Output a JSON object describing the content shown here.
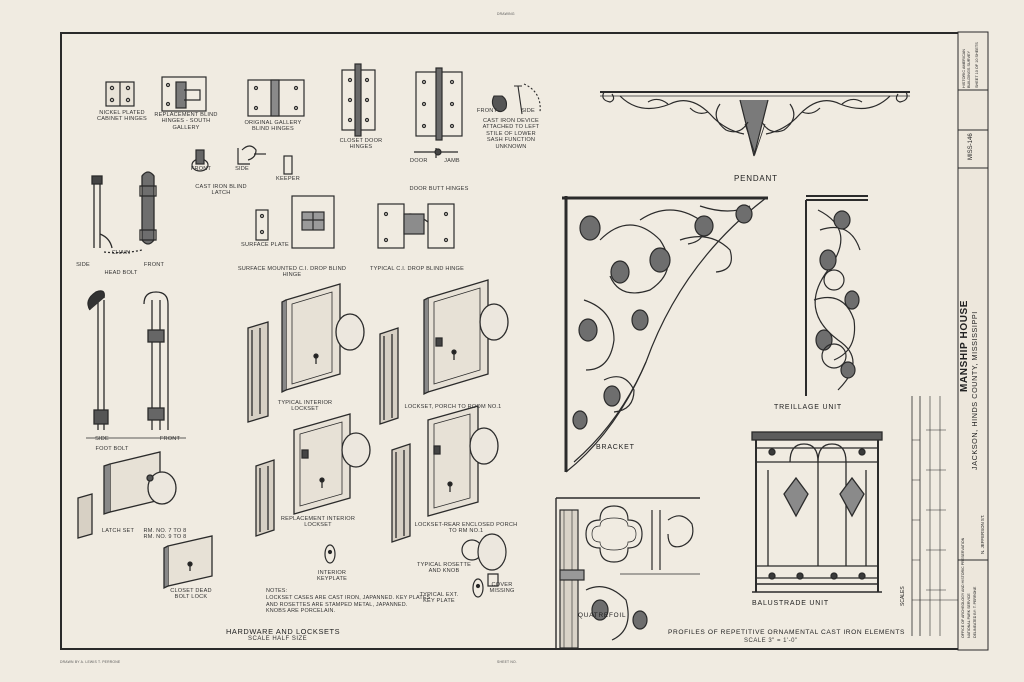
{
  "margin_marks": {
    "top": "DRAWING",
    "bottom_left": "DRAWN BY  A. LEWIS  T. PERRONE",
    "bottom_center": "SHEET NO."
  },
  "labels": {
    "nickel_hinges": "NICKEL PLATED\nCABINET HINGES",
    "replacement_hinges": "REPLACEMENT BLIND\nHINGES - SOUTH\nGALLERY",
    "original_hinges": "ORIGINAL GALLERY\nBLIND HINGES",
    "closet_hinges": "CLOSET DOOR\nHINGES",
    "door_butt_hinges": "DOOR BUTT HINGES",
    "door": "DOOR",
    "jamb": "JAMB",
    "cast_iron_device": "CAST IRON DEVICE\nATTACHED TO LEFT\nSTILE OF LOWER\nSASH FUNCTION\nUNKNOWN",
    "front": "FRONT",
    "side": "SIDE",
    "cast_iron_blind_latch": "CAST IRON BLIND LATCH",
    "keeper": "KEEPER",
    "head_bolt": "HEAD BOLT",
    "chain": "CHAIN",
    "surface_plate": "SURFACE PLATE",
    "surface_mounted_drop": "SURFACE MOUNTED C.I. DROP BLIND HINGE",
    "typical_drop": "TYPICAL C.I. DROP BLIND HINGE",
    "typical_interior_lockset": "TYPICAL INTERIOR\nLOCKSET",
    "lockset_porch": "LOCKSET, PORCH TO ROOM NO.1",
    "foot_bolt": "FOOT BOLT",
    "replacement_interior_lockset": "REPLACEMENT INTERIOR\nLOCKSET",
    "lockset_rear": "LOCKSET-REAR ENCLOSED PORCH TO RM NO.1",
    "latch_set": "LATCH SET",
    "rm_numbers": "RM. NO. 7 TO 8\nRM. NO. 9 TO 8",
    "interior_keyplate": "INTERIOR KEYPLATE",
    "typical_rosette": "TYPICAL ROSETTE\nAND KNOB",
    "typical_ext_key_plate": "TYPICAL EXT.\nKEY PLATE",
    "cover_missing": "COVER\nMISSING",
    "closet_dead_bolt": "CLOSET DEAD\nBOLT LOCK",
    "pendant": "PENDANT",
    "bracket": "BRACKET",
    "treillage_unit": "TREILLAGE UNIT",
    "balustrade_unit": "BALUSTRADE UNIT",
    "quatrefoil": "QUATREFOIL"
  },
  "notes": [
    "NOTES:",
    "LOCKSET CASES ARE CAST IRON, JAPANNED. KEY PLATES",
    "AND ROSETTES ARE STAMPED METAL, JAPANNED.",
    "KNOBS ARE PORCELAIN."
  ],
  "captions": {
    "hardware_title": "HARDWARE  AND LOCKSETS",
    "hardware_scale": "SCALE HALF SIZE",
    "profiles_title": "PROFILES OF REPETITIVE ORNAMENTAL CAST IRON ELEMENTS",
    "profiles_scale": "SCALE  3\" = 1'-0\""
  },
  "title_block": {
    "name": "MANSHIP HOUSE",
    "location": "JACKSON, HINDS COUNTY, MISSISSIPPI",
    "survey": "HISTORIC AMERICAN\nBUILDINGS SURVEY",
    "sheet": "SHEET 10 OF 10 SHEETS",
    "number": "MISS-146",
    "street": "N. JEFFERSON ST.",
    "scale_label": "SCALES",
    "note_block": "DELINEATED BY: T. PERRONE",
    "office": "OFFICE OF ARCHEOLOGY AND HISTORIC PRESERVATION",
    "nps": "NATIONAL PARK SERVICE"
  }
}
